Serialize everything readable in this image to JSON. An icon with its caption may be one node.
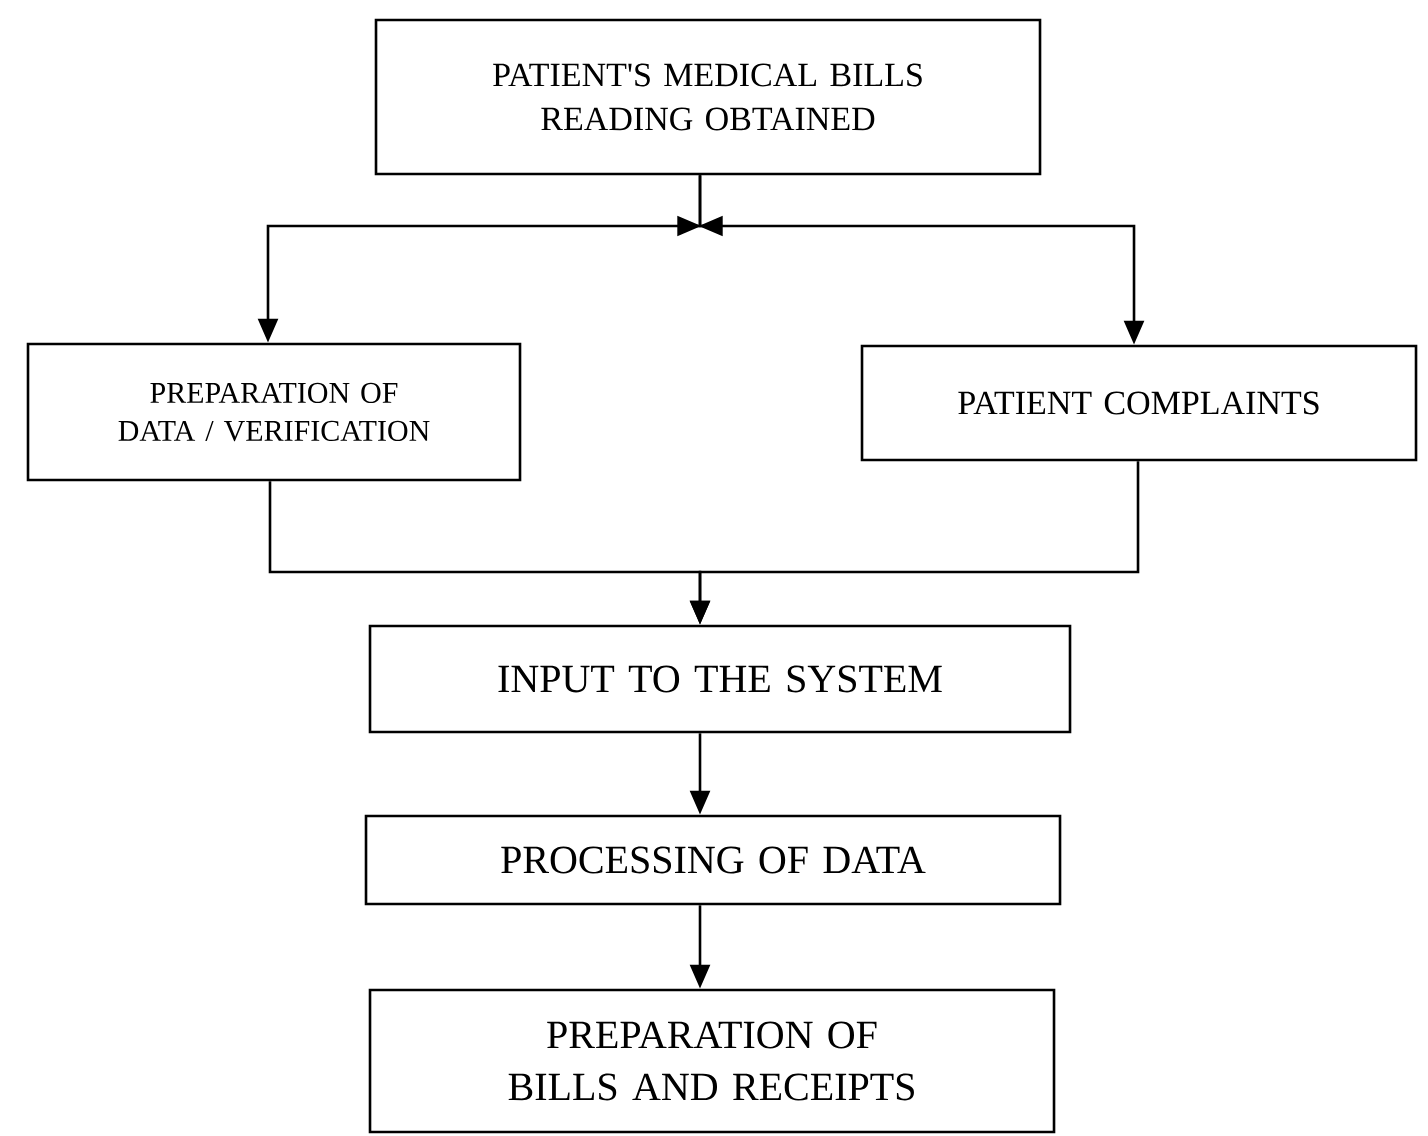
{
  "diagram": {
    "nodes": [
      {
        "text": [
          "PATIENT'S MEDICAL BILLS READING OBTAINED"
        ]
      },
      {
        "text": [
          "PREPARATION OF DATA / VERIFICATION"
        ]
      },
      {
        "text": [
          "PATIENT COMPLAINTS"
        ]
      },
      {
        "text": [
          "INPUT TO THE SYSTEM"
        ]
      },
      {
        "text": [
          "PROCESSING OF DATA"
        ]
      },
      {
        "text": [
          "PREPARATION OF BILLS AND RECEIPTS"
        ]
      }
    ],
    "edges": [
      {
        "from": 0,
        "to": 1,
        "arrow": "to"
      },
      {
        "from": 0,
        "to": 2,
        "arrow": "to"
      },
      {
        "from": 1,
        "to": 3,
        "arrow": "to"
      },
      {
        "from": 2,
        "to": 3,
        "arrow": "to"
      },
      {
        "from": 3,
        "to": 4,
        "arrow": "to"
      },
      {
        "from": 4,
        "to": 5,
        "arrow": "to"
      }
    ]
  }
}
